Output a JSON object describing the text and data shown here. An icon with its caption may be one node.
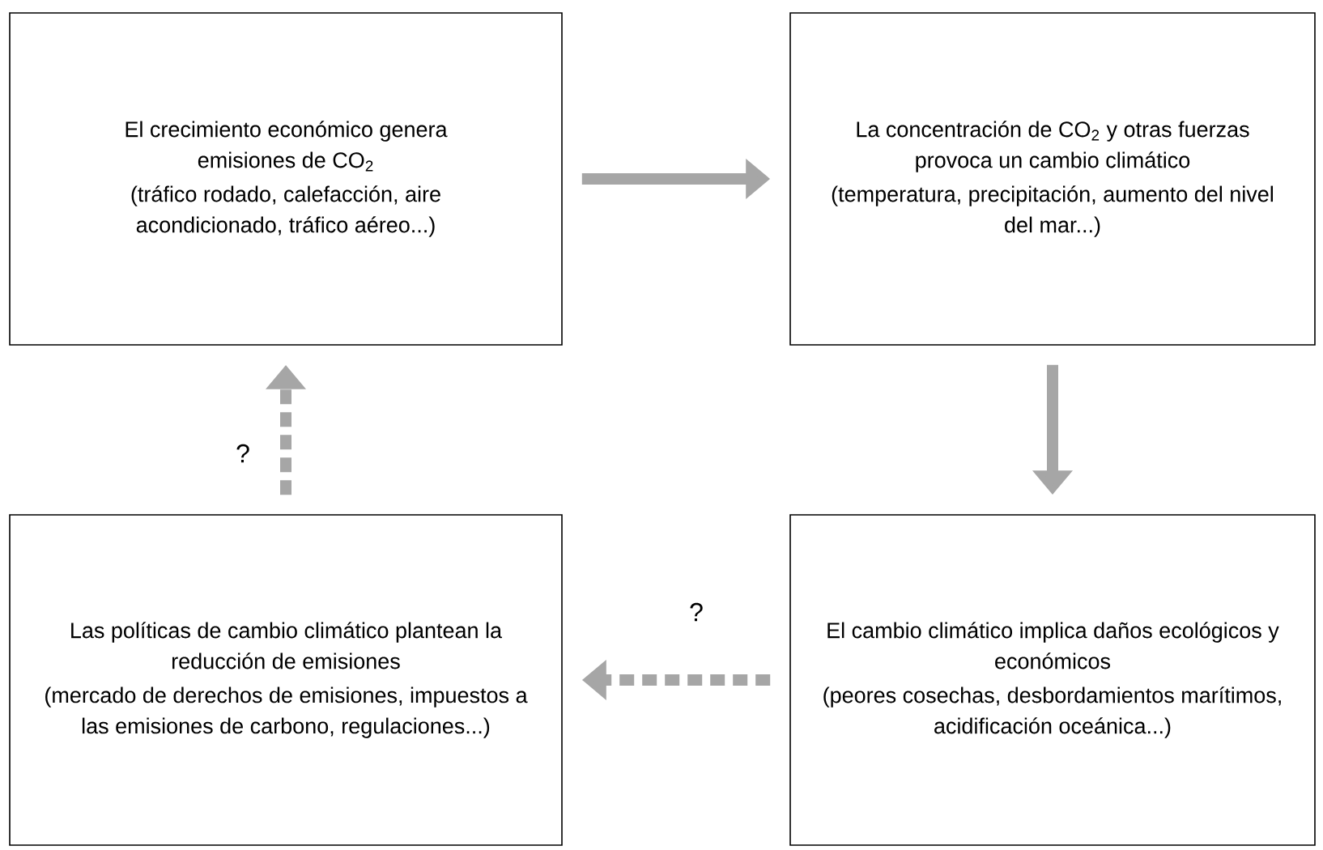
{
  "diagram": {
    "nodes": [
      {
        "text": [
          "El crecimiento económico genera emisiones de CO$_{2}$",
          "(tráfico rodado, calefacción, aire acondicionado, tráfico aéreo...)"
        ]
      },
      {
        "text": [
          "La concentración de CO$_{2}$ y otras fuerzas provoca un cambio climático",
          "(temperatura, precipitación, aumento del nivel del mar...)"
        ]
      },
      {
        "text": [
          "Las políticas de cambio climático plantean la reducción de emisiones",
          "(mercado de derechos de emisiones, impuestos a las emisiones de carbono, regulaciones...)"
        ]
      },
      {
        "text": [
          "El cambio climático implica daños ecológicos y económicos",
          "(peores cosechas, desbordamientos marítimos, acidificación oceánica...)"
        ]
      }
    ],
    "edges": [
      {
        "from": 0,
        "to": 1,
        "arrow": "to"
      },
      {
        "from": 1,
        "to": 3,
        "arrow": "to"
      },
      {
        "from": 3,
        "to": 2,
        "arrow": "to",
        "label": "?",
        "style": "dashed"
      },
      {
        "from": 2,
        "to": 0,
        "arrow": "to",
        "label": "?",
        "style": "dashed"
      }
    ]
  }
}
